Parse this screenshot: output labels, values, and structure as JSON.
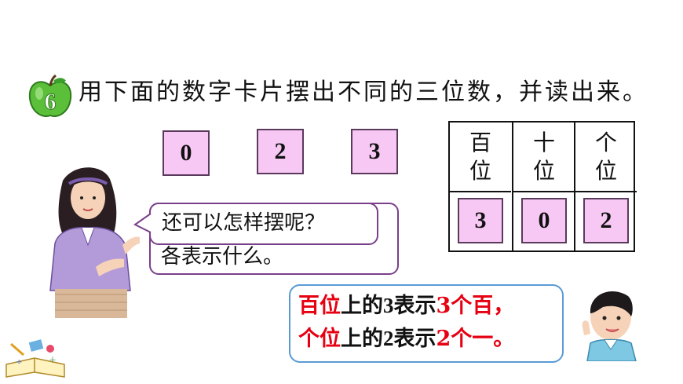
{
  "problem": {
    "number": "6",
    "text": "用下面的数字卡片摆出不同的三位数，并读出来。"
  },
  "cards": [
    "0",
    "2",
    "3"
  ],
  "place_table": {
    "columns": [
      {
        "head_1": "百",
        "head_2": "位",
        "value": "3"
      },
      {
        "head_1": "十",
        "head_2": "位",
        "value": "0"
      },
      {
        "head_1": "个",
        "head_2": "位",
        "value": "2"
      }
    ]
  },
  "teacher_bubble": {
    "front": "还可以怎样摆呢？",
    "back": "各表示什么。"
  },
  "boy_bubble": {
    "line1": {
      "place": "百位",
      "mid": "上的",
      "digit": "3",
      "verb": "表示",
      "count": "3个百",
      "end": "，"
    },
    "line2": {
      "place": "个位",
      "mid": "上的",
      "digit": "2",
      "verb": "表示",
      "count": "2个一",
      "end": "。"
    }
  },
  "colors": {
    "card_fill": "#f8c8f4",
    "red_text": "#e60012",
    "bubble_purple": "#7a3f8a",
    "bubble_blue": "#5a9bd4"
  }
}
